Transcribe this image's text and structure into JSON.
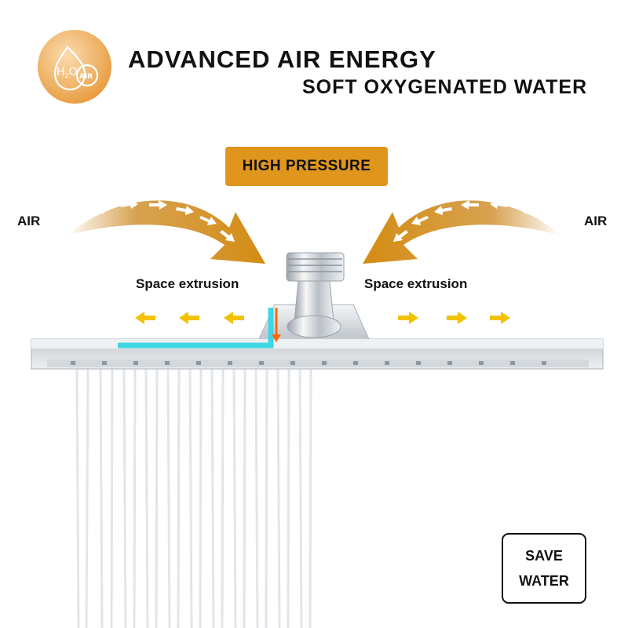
{
  "badge": {
    "h2o": "H",
    "h2o_sub": "2",
    "h2o_o": "O",
    "air": "AIR",
    "color": "#e89a3c"
  },
  "header": {
    "title": "ADVANCED AIR ENERGY",
    "subtitle": "SOFT OXYGENATED WATER"
  },
  "pressure_label": "HIGH PRESSURE",
  "air_left": "AIR",
  "air_right": "AIR",
  "space_left": "Space extrusion",
  "space_right": "Space extrusion",
  "save": {
    "line1": "SAVE",
    "line2": "WATER"
  },
  "colors": {
    "accent": "#e0961c",
    "arrow_yellow": "#f2c200",
    "water_cyan": "#3fd6e6",
    "chrome": "#c9ced3"
  }
}
